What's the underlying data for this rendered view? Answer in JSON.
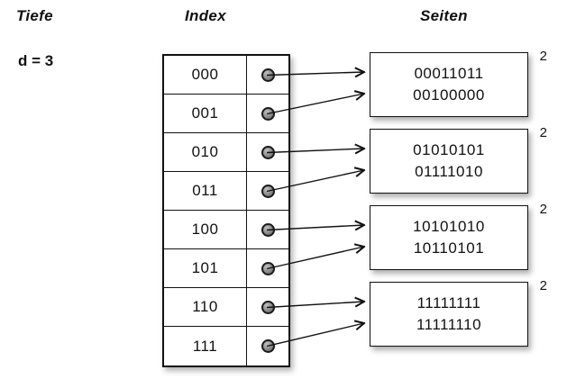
{
  "labels": {
    "tiefe": "Tiefe",
    "index": "Index",
    "seiten": "Seiten",
    "depth": "d = 3"
  },
  "index": {
    "rows": [
      {
        "label": "000"
      },
      {
        "label": "001"
      },
      {
        "label": "010"
      },
      {
        "label": "011"
      },
      {
        "label": "100"
      },
      {
        "label": "101"
      },
      {
        "label": "110"
      },
      {
        "label": "111"
      }
    ]
  },
  "pages": [
    {
      "lines": [
        "00011011",
        "00100000"
      ],
      "local_depth": "2"
    },
    {
      "lines": [
        "01010101",
        "01111010"
      ],
      "local_depth": "2"
    },
    {
      "lines": [
        "10101010",
        "10110101"
      ],
      "local_depth": "2"
    },
    {
      "lines": [
        "11111111",
        "11111110"
      ],
      "local_depth": "2"
    }
  ]
}
